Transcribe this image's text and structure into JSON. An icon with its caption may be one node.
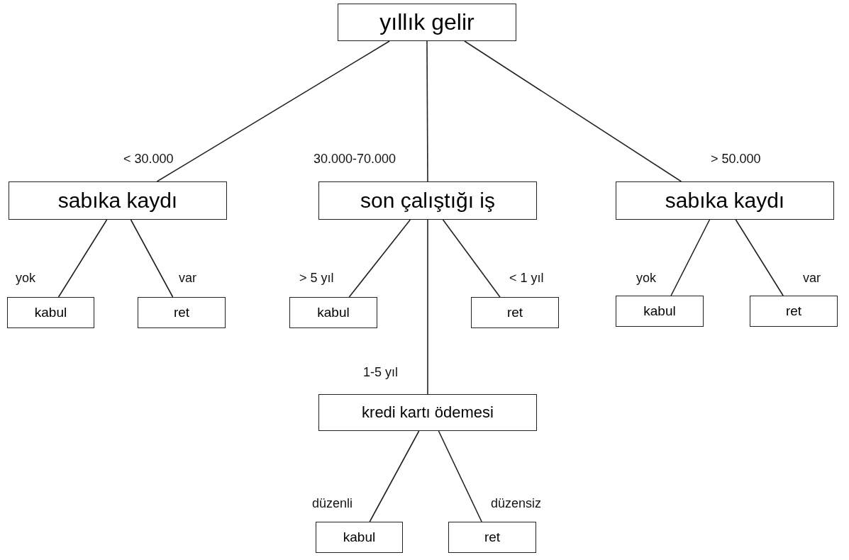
{
  "diagram": {
    "nodes": [
      {
        "text": [
          "yıllık gelir"
        ]
      },
      {
        "text": [
          "sabıka kaydı"
        ]
      },
      {
        "text": [
          "son çalıştığı iş"
        ]
      },
      {
        "text": [
          "sabıka kaydı"
        ]
      },
      {
        "text": [
          "kabul"
        ]
      },
      {
        "text": [
          "ret"
        ]
      },
      {
        "text": [
          "kabul"
        ]
      },
      {
        "text": [
          "ret"
        ]
      },
      {
        "text": [
          "kabul"
        ]
      },
      {
        "text": [
          "ret"
        ]
      },
      {
        "text": [
          "kredi kartı ödemesi"
        ]
      },
      {
        "text": [
          "kabul"
        ]
      },
      {
        "text": [
          "ret"
        ]
      }
    ],
    "edges": [
      {
        "from": 0,
        "to": 1,
        "arrow": "none",
        "label": "< 30.000"
      },
      {
        "from": 0,
        "to": 2,
        "arrow": "none",
        "label": "30.000-70.000"
      },
      {
        "from": 0,
        "to": 3,
        "arrow": "none",
        "label": "> 50.000"
      },
      {
        "from": 1,
        "to": 4,
        "arrow": "none",
        "label": "yok"
      },
      {
        "from": 1,
        "to": 5,
        "arrow": "none",
        "label": "var"
      },
      {
        "from": 2,
        "to": 6,
        "arrow": "none",
        "label": "> 5 yıl"
      },
      {
        "from": 2,
        "to": 7,
        "arrow": "none",
        "label": "< 1 yıl"
      },
      {
        "from": 2,
        "to": 10,
        "arrow": "none",
        "label": "1-5 yıl"
      },
      {
        "from": 3,
        "to": 8,
        "arrow": "none",
        "label": "yok"
      },
      {
        "from": 3,
        "to": 9,
        "arrow": "none",
        "label": "var"
      },
      {
        "from": 10,
        "to": 11,
        "arrow": "none",
        "label": "düzenli"
      },
      {
        "from": 10,
        "to": 12,
        "arrow": "none",
        "label": "düzensiz"
      }
    ]
  }
}
